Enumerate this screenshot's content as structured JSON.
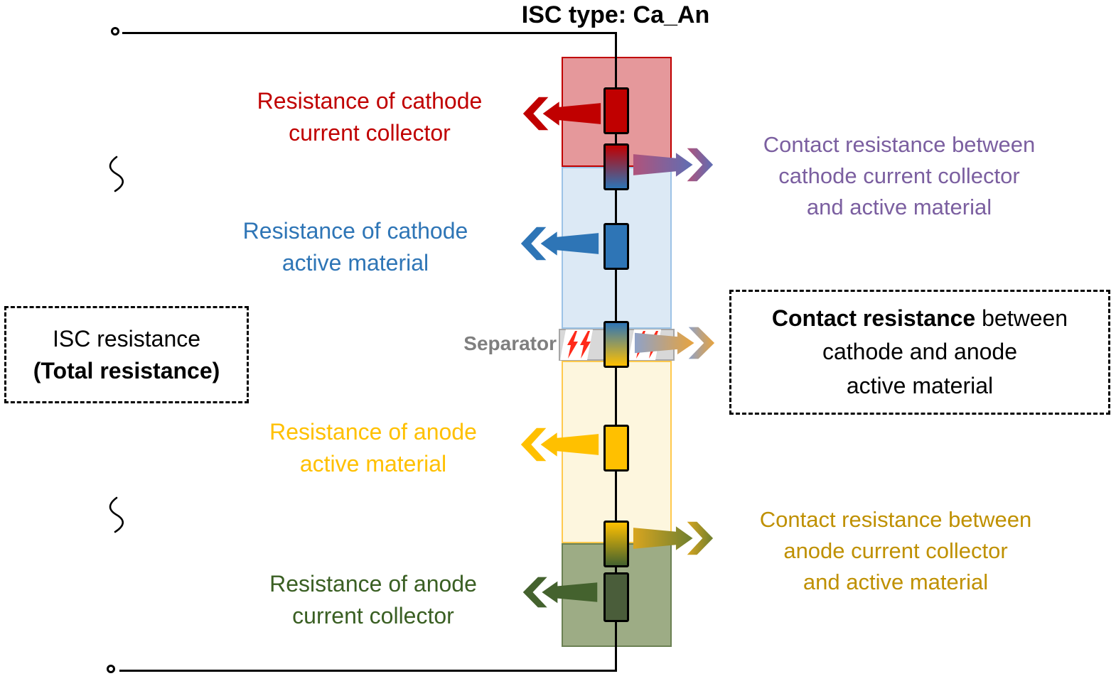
{
  "title": "ISC type: Ca_An",
  "isc_box": {
    "line1": "ISC resistance",
    "line2": "(Total resistance)"
  },
  "center_box": {
    "line1_bold": "Contact resistance",
    "line1_rest": " between",
    "line2": "cathode and anode",
    "line3": "active material"
  },
  "separator_label": "Separator",
  "resistor_labels": [
    {
      "name": "cathode-current-collector",
      "lines": [
        "Resistance of cathode",
        "current collector"
      ],
      "color": "#C00000"
    },
    {
      "name": "cathode-active-material",
      "lines": [
        "Resistance of cathode",
        "active material"
      ],
      "color": "#2E75B6"
    },
    {
      "name": "anode-active-material",
      "lines": [
        "Resistance of anode",
        "active material"
      ],
      "color": "#FFC000"
    },
    {
      "name": "anode-current-collector",
      "lines": [
        "Resistance of anode",
        "current collector"
      ],
      "color": "#3A5F23"
    }
  ],
  "contact_labels": {
    "cathode": {
      "lines": [
        "Contact resistance between",
        "cathode current collector",
        "and active material"
      ],
      "color": "#7B5FA0"
    },
    "anode": {
      "lines": [
        "Contact resistance between",
        "anode current collector",
        "and active material"
      ],
      "color": "#BF9000"
    }
  },
  "colors": {
    "red": "#C00000",
    "blue": "#2E75B6",
    "yellow": "#FFC000",
    "green": "#44622E",
    "purple_arrow_start": "#B0537B",
    "purple_arrow_end": "#5E6EB4",
    "separator_arrow_start": "#8FA2C8",
    "separator_arrow_end": "#E8A33D",
    "anode_contact_arrow_start": "#D8A520",
    "anode_contact_arrow_end": "#6E7F2F",
    "region_red_fill": "#E5989B",
    "region_blue_fill": "#DCE9F5",
    "region_yellow_fill": "#FDF6DE",
    "region_green_fill": "#9DAC85",
    "separator_fill": "#D8D8D8",
    "bolt_red": "#FF2A1A"
  }
}
